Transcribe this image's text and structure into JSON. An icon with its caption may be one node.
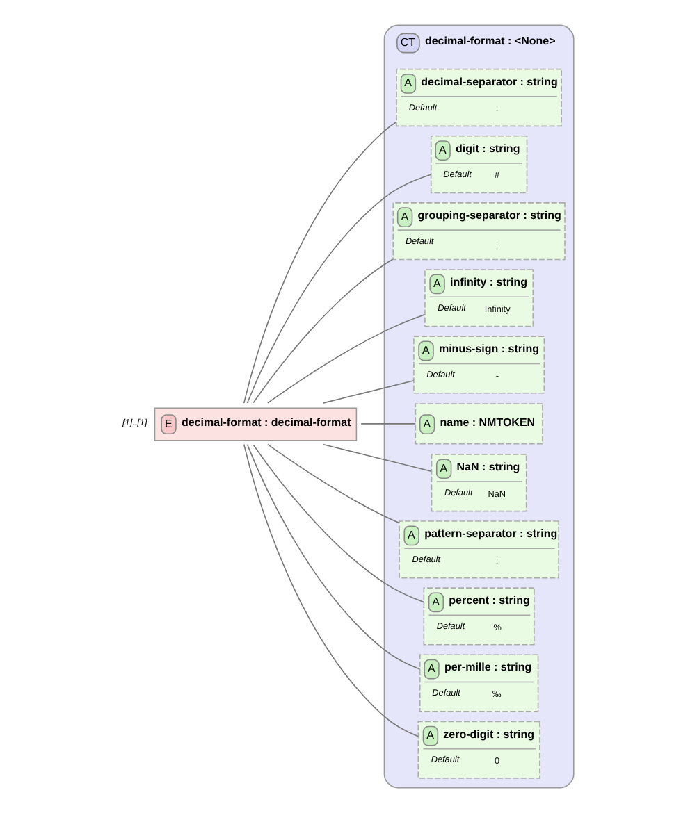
{
  "diagram": {
    "nodes": [
      {
        "text": [
          "E",
          "decimal-format : decimal-format"
        ],
        "beside": [
          "[1]..[1]"
        ]
      },
      {
        "text": [
          "CT",
          "decimal-format : <None>"
        ]
      },
      {
        "text": [
          "A",
          "decimal-separator : string",
          "Default",
          "."
        ],
        "in": 1
      },
      {
        "text": [
          "A",
          "digit : string",
          "Default",
          "#"
        ],
        "in": 1
      },
      {
        "text": [
          "A",
          "grouping-separator : string",
          "Default",
          "."
        ],
        "in": 1
      },
      {
        "text": [
          "A",
          "infinity : string",
          "Default",
          "Infinity"
        ],
        "in": 1
      },
      {
        "text": [
          "A",
          "minus-sign : string",
          "Default",
          "-"
        ],
        "in": 1
      },
      {
        "text": [
          "A",
          "name : NMTOKEN"
        ],
        "in": 1
      },
      {
        "text": [
          "A",
          "NaN : string",
          "Default",
          "NaN"
        ],
        "in": 1
      },
      {
        "text": [
          "A",
          "pattern-separator : string",
          "Default",
          ";"
        ],
        "in": 1
      },
      {
        "text": [
          "A",
          "percent : string",
          "Default",
          "%"
        ],
        "in": 1
      },
      {
        "text": [
          "A",
          "per-mille : string",
          "Default",
          "‰"
        ],
        "in": 1
      },
      {
        "text": [
          "A",
          "zero-digit : string",
          "Default",
          "0"
        ],
        "in": 1
      }
    ],
    "edges": [
      {
        "from": 0,
        "to": 2,
        "arrow": "none"
      },
      {
        "from": 0,
        "to": 3,
        "arrow": "none"
      },
      {
        "from": 0,
        "to": 4,
        "arrow": "none"
      },
      {
        "from": 0,
        "to": 5,
        "arrow": "none"
      },
      {
        "from": 0,
        "to": 6,
        "arrow": "none"
      },
      {
        "from": 0,
        "to": 7,
        "arrow": "none"
      },
      {
        "from": 0,
        "to": 8,
        "arrow": "none"
      },
      {
        "from": 0,
        "to": 9,
        "arrow": "none"
      },
      {
        "from": 0,
        "to": 10,
        "arrow": "none"
      },
      {
        "from": 0,
        "to": 11,
        "arrow": "none"
      },
      {
        "from": 0,
        "to": 12,
        "arrow": "none"
      }
    ]
  }
}
